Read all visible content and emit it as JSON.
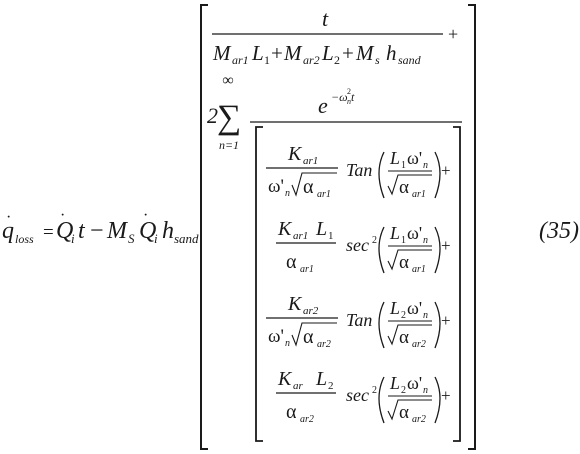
{
  "equation": {
    "number": "(35)",
    "lhs": {
      "q": "q",
      "q_sub": "loss",
      "equals": "=",
      "Q": "Q",
      "Q_sub": "i",
      "t": "t",
      "minus": "−",
      "M": "M",
      "M_sub": "S",
      "Q2": "Q",
      "Q2_sub": "i",
      "h": "h",
      "h_sub": "sand"
    },
    "first_fraction": {
      "numerator": "t",
      "M1": "M",
      "M1_sub": "ar1",
      "L1": "L",
      "L1_sub": "1",
      "plus1": "+",
      "M2": "M",
      "M2_sub": "ar2",
      "L2": "L",
      "L2_sub": "2",
      "plus2": "+",
      "Ms": "M",
      "Ms_sub": "s",
      "h": "h",
      "h_sub": "sand",
      "trailing_plus": "+"
    },
    "sum": {
      "coefficient": "2",
      "sigma": "∑",
      "upper": "∞",
      "lower": "n=1",
      "numerator_base": "e",
      "numerator_exp": "−ω",
      "numerator_exp_power": "2",
      "numerator_exp_sub": "n",
      "numerator_exp_tail": " t"
    },
    "terms": [
      {
        "num": "K",
        "num_sub": "ar1",
        "num_extra": "",
        "num_extra_sub": "",
        "den_prefix": "ω'",
        "den_prefix_sub": "n",
        "den_alpha": "α",
        "den_alpha_sub": "ar1",
        "func": "Tan",
        "func_power": "",
        "arg_L": "L",
        "arg_L_sub": "1",
        "arg_omega": "ω'",
        "arg_omega_sub": "n",
        "arg_alpha": "α",
        "arg_alpha_sub": "ar1",
        "plus": "+"
      },
      {
        "num": "K",
        "num_sub": "ar1",
        "num_extra": "L",
        "num_extra_sub": "1",
        "den_prefix": "",
        "den_prefix_sub": "",
        "den_alpha": "α",
        "den_alpha_sub": "ar1",
        "func": "sec",
        "func_power": "2",
        "arg_L": "L",
        "arg_L_sub": "1",
        "arg_omega": "ω'",
        "arg_omega_sub": "n",
        "arg_alpha": "α",
        "arg_alpha_sub": "ar1",
        "plus": "+"
      },
      {
        "num": "K",
        "num_sub": "ar2",
        "num_extra": "",
        "num_extra_sub": "",
        "den_prefix": "ω'",
        "den_prefix_sub": "n",
        "den_alpha": "α",
        "den_alpha_sub": "ar2",
        "func": "Tan",
        "func_power": "",
        "arg_L": "L",
        "arg_L_sub": "2",
        "arg_omega": "ω'",
        "arg_omega_sub": "n",
        "arg_alpha": "α",
        "arg_alpha_sub": "ar2",
        "plus": "+"
      },
      {
        "num": "K",
        "num_sub": "ar",
        "num_extra": "L",
        "num_extra_sub": "2",
        "den_prefix": "",
        "den_prefix_sub": "",
        "den_alpha": "α",
        "den_alpha_sub": "ar2",
        "func": "sec",
        "func_power": "2",
        "arg_L": "L",
        "arg_L_sub": "2",
        "arg_omega": "ω'",
        "arg_omega_sub": "n",
        "arg_alpha": "α",
        "arg_alpha_sub": "ar2",
        "plus": "+"
      }
    ]
  }
}
